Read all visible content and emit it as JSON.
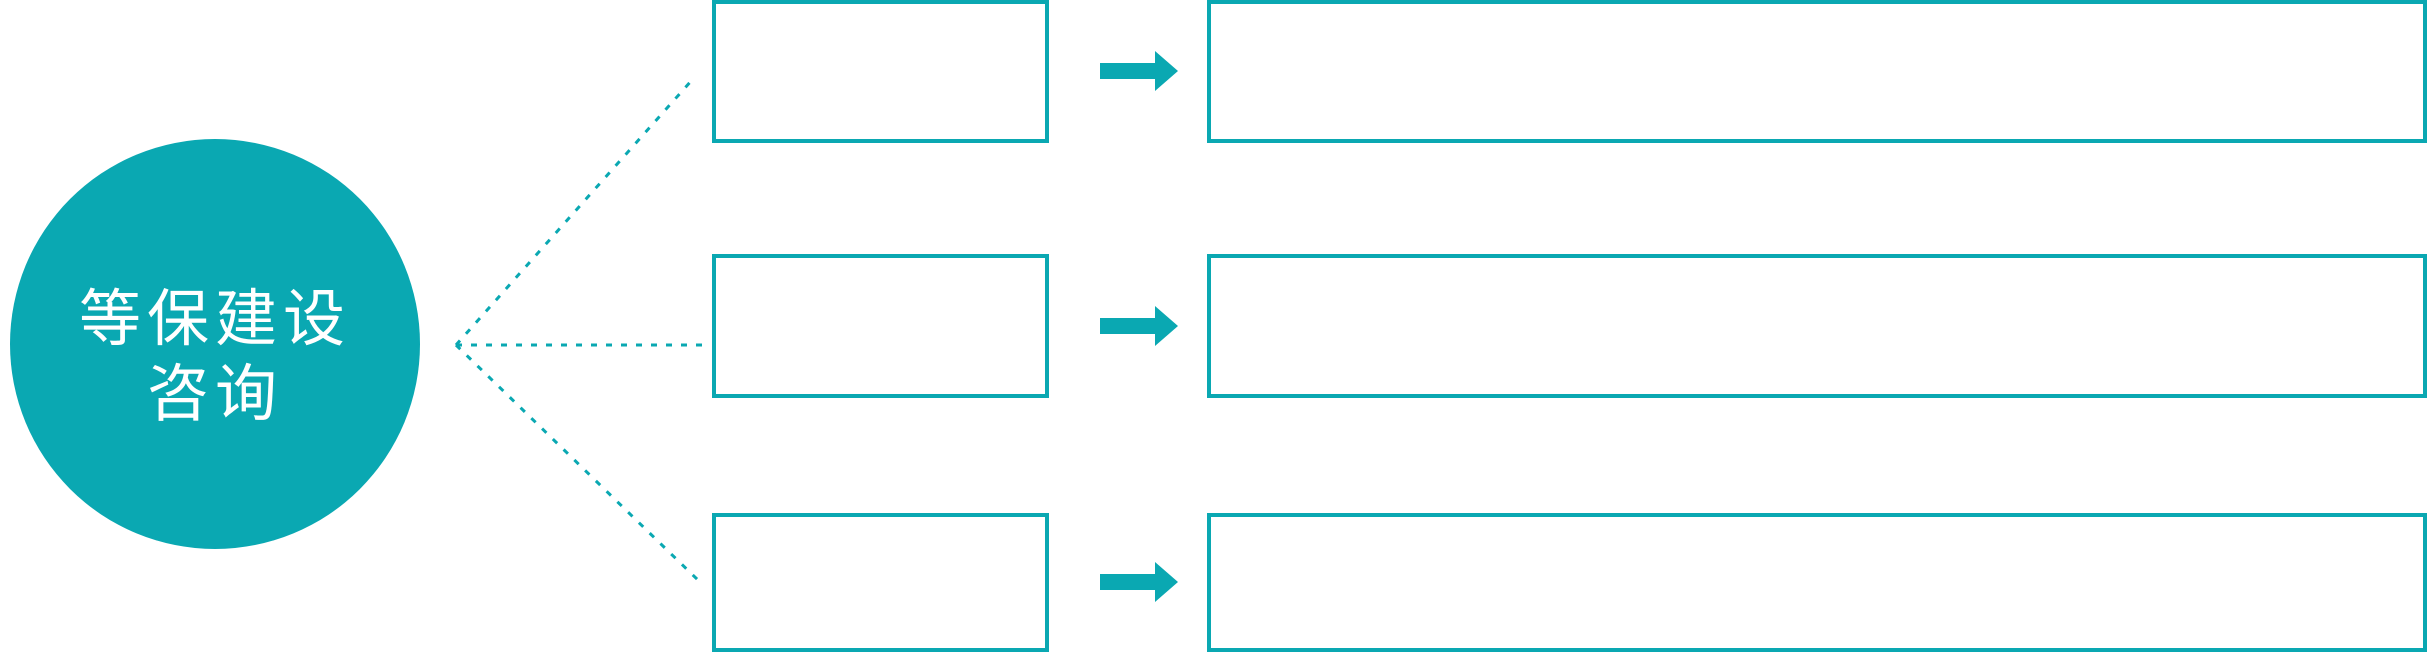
{
  "diagram": {
    "accent_color": "#0aa8b2",
    "canvas_background": "#ffffff",
    "root_node": {
      "shape": "circle",
      "label_line1": "等保建设",
      "label_line2": "咨询",
      "text_color": "#ffffff"
    },
    "connector_style": "dashed",
    "rows": [
      {
        "step_box_label": "",
        "arrow_icon": "arrow-right-icon",
        "detail_box_label": ""
      },
      {
        "step_box_label": "",
        "arrow_icon": "arrow-right-icon",
        "detail_box_label": ""
      },
      {
        "step_box_label": "",
        "arrow_icon": "arrow-right-icon",
        "detail_box_label": ""
      }
    ]
  }
}
